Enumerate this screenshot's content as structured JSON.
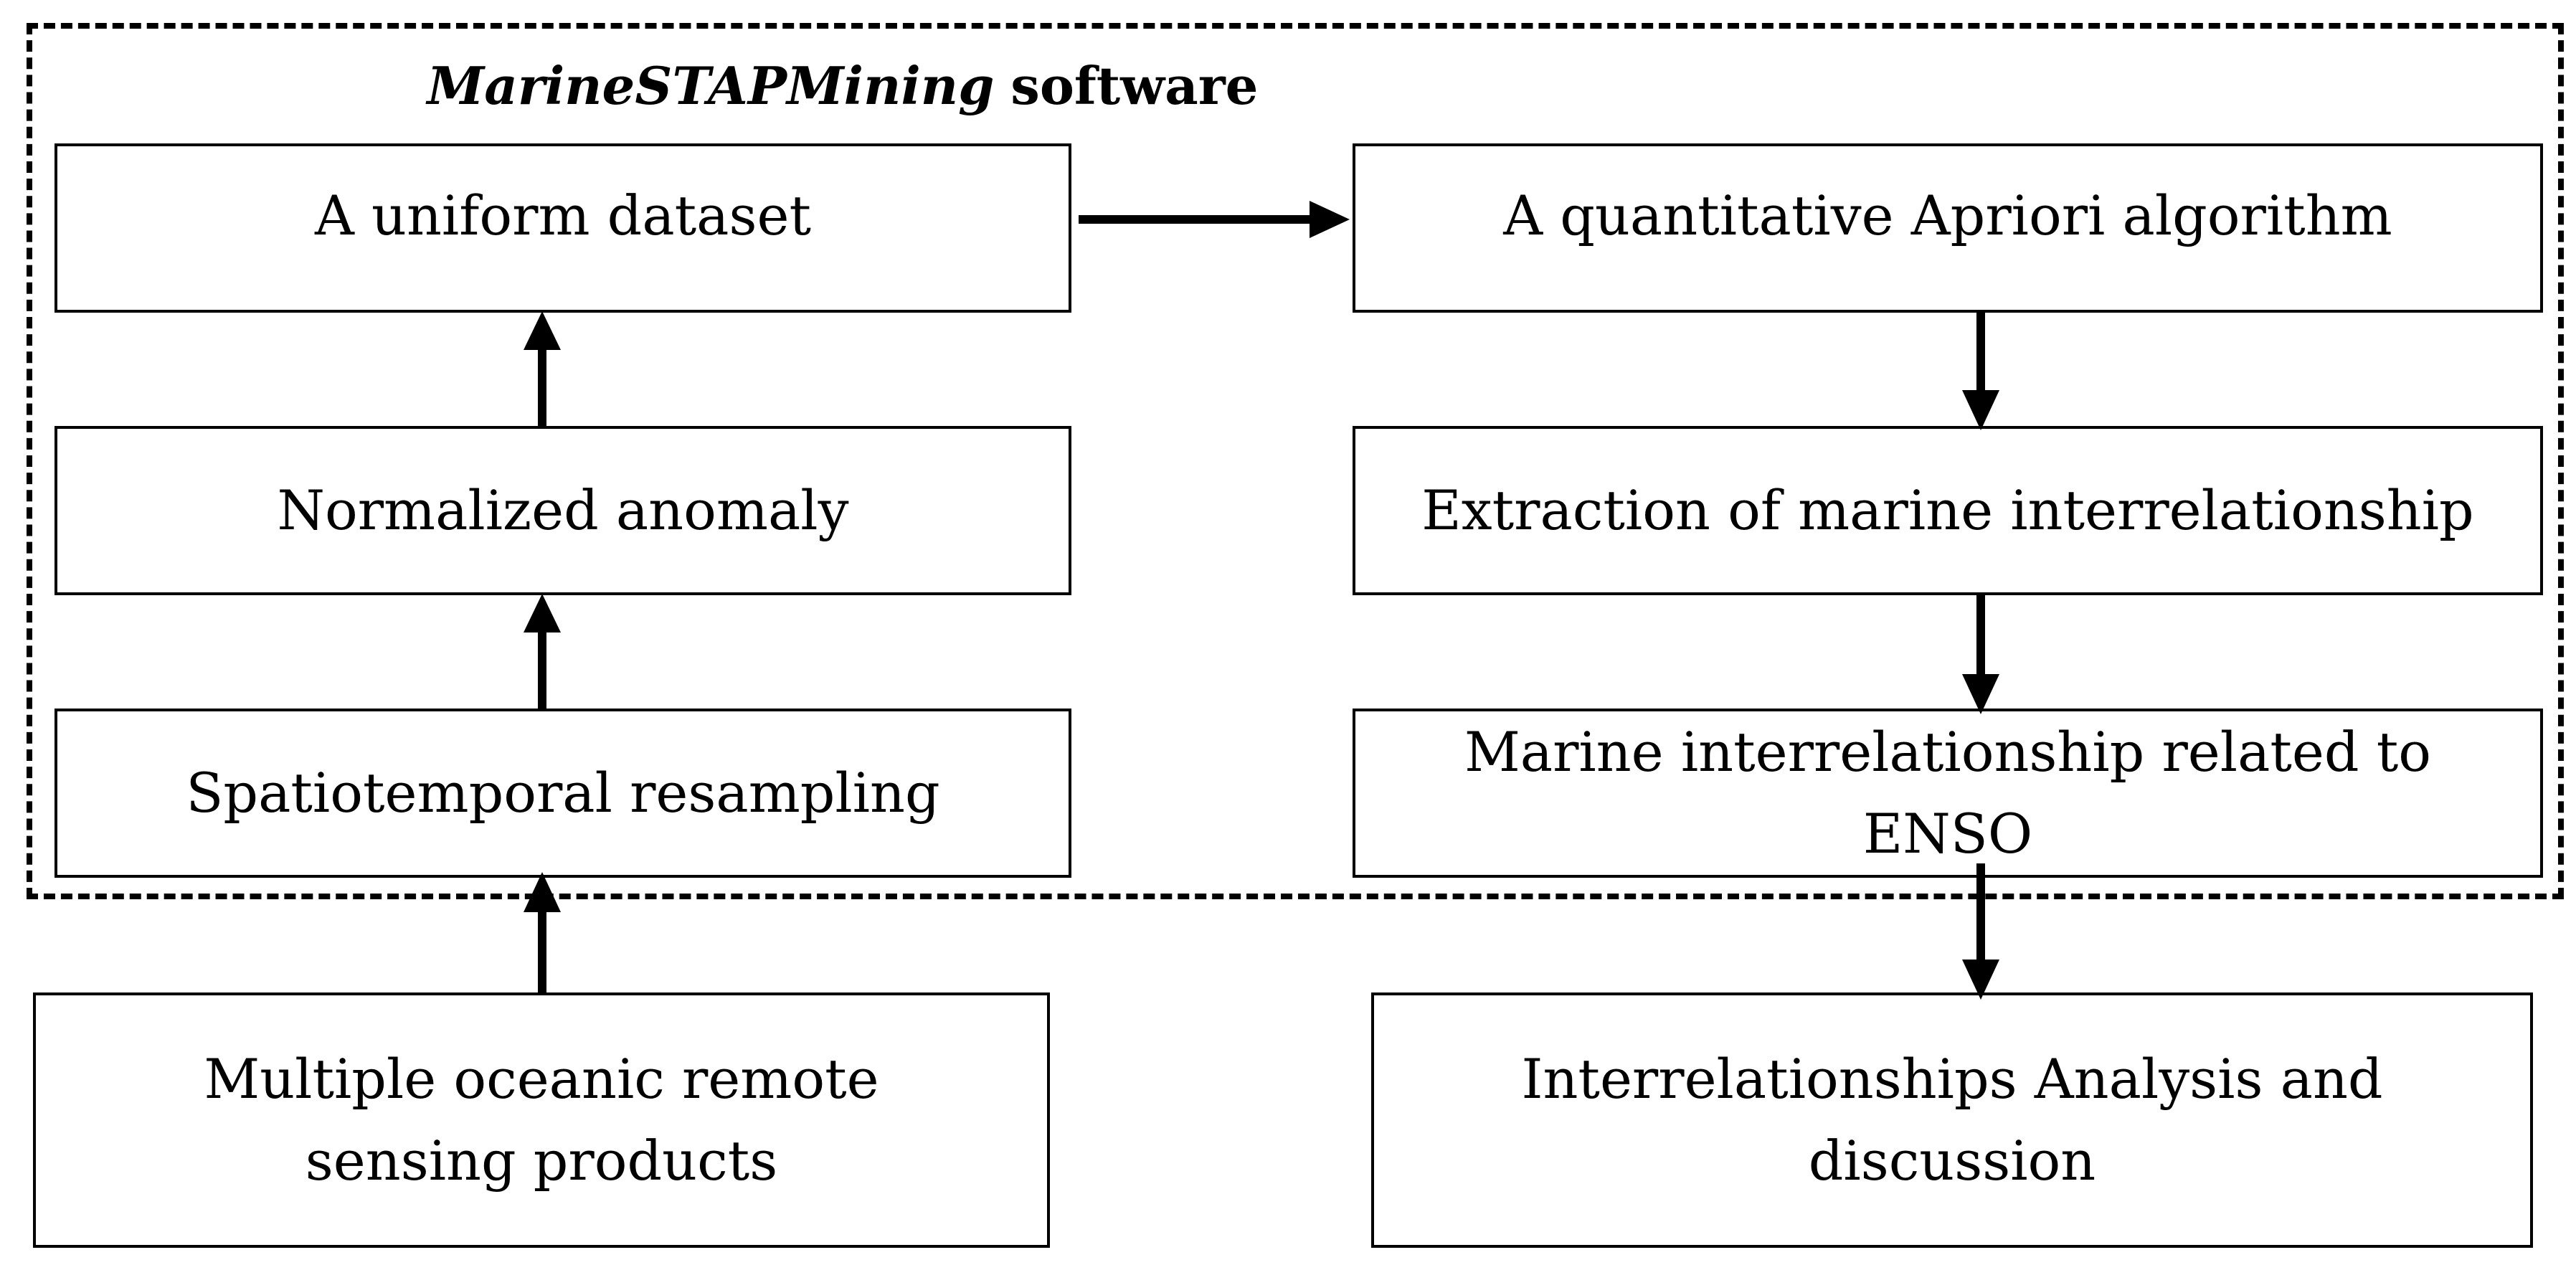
{
  "title": {
    "italic_part": "MarineSTAPMining",
    "bold_part": "software"
  },
  "nodes": {
    "uniform_dataset": "A uniform dataset",
    "normalized_anomaly": "Normalized anomaly",
    "spatiotemporal_resampling": "Spatiotemporal resampling",
    "remote_sensing_products": "Multiple oceanic remote sensing products",
    "apriori_algorithm": "A quantitative Apriori algorithm",
    "extraction": "Extraction of marine interrelationship",
    "enso": "Marine interrelationship related to ENSO",
    "analysis": "Interrelationships Analysis and discussion"
  },
  "colors": {
    "stroke": "#000000",
    "background": "#ffffff"
  }
}
